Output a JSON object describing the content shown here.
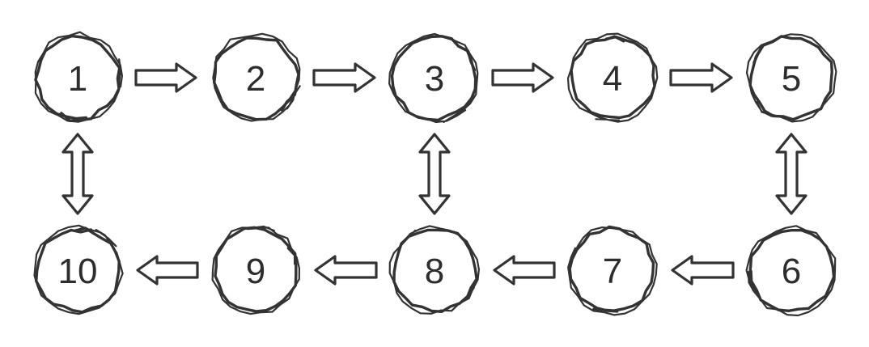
{
  "diagram": {
    "nodes": [
      {
        "id": 1,
        "label": "1"
      },
      {
        "id": 2,
        "label": "2"
      },
      {
        "id": 3,
        "label": "3"
      },
      {
        "id": 4,
        "label": "4"
      },
      {
        "id": 5,
        "label": "5"
      },
      {
        "id": 6,
        "label": "6"
      },
      {
        "id": 7,
        "label": "7"
      },
      {
        "id": 8,
        "label": "8"
      },
      {
        "id": 9,
        "label": "9"
      },
      {
        "id": 10,
        "label": "10"
      }
    ],
    "edges": [
      {
        "from": 1,
        "to": 2,
        "direction": "one-way"
      },
      {
        "from": 2,
        "to": 3,
        "direction": "one-way"
      },
      {
        "from": 3,
        "to": 4,
        "direction": "one-way"
      },
      {
        "from": 4,
        "to": 5,
        "direction": "one-way"
      },
      {
        "from": 5,
        "to": 6,
        "direction": "two-way"
      },
      {
        "from": 6,
        "to": 7,
        "direction": "one-way"
      },
      {
        "from": 7,
        "to": 8,
        "direction": "one-way"
      },
      {
        "from": 8,
        "to": 9,
        "direction": "one-way"
      },
      {
        "from": 9,
        "to": 10,
        "direction": "one-way"
      },
      {
        "from": 10,
        "to": 1,
        "direction": "two-way"
      },
      {
        "from": 3,
        "to": 8,
        "direction": "two-way"
      }
    ],
    "style": {
      "stroke_color": "#333333",
      "text_color": "#2d2d2d",
      "background": "#ffffff"
    }
  }
}
